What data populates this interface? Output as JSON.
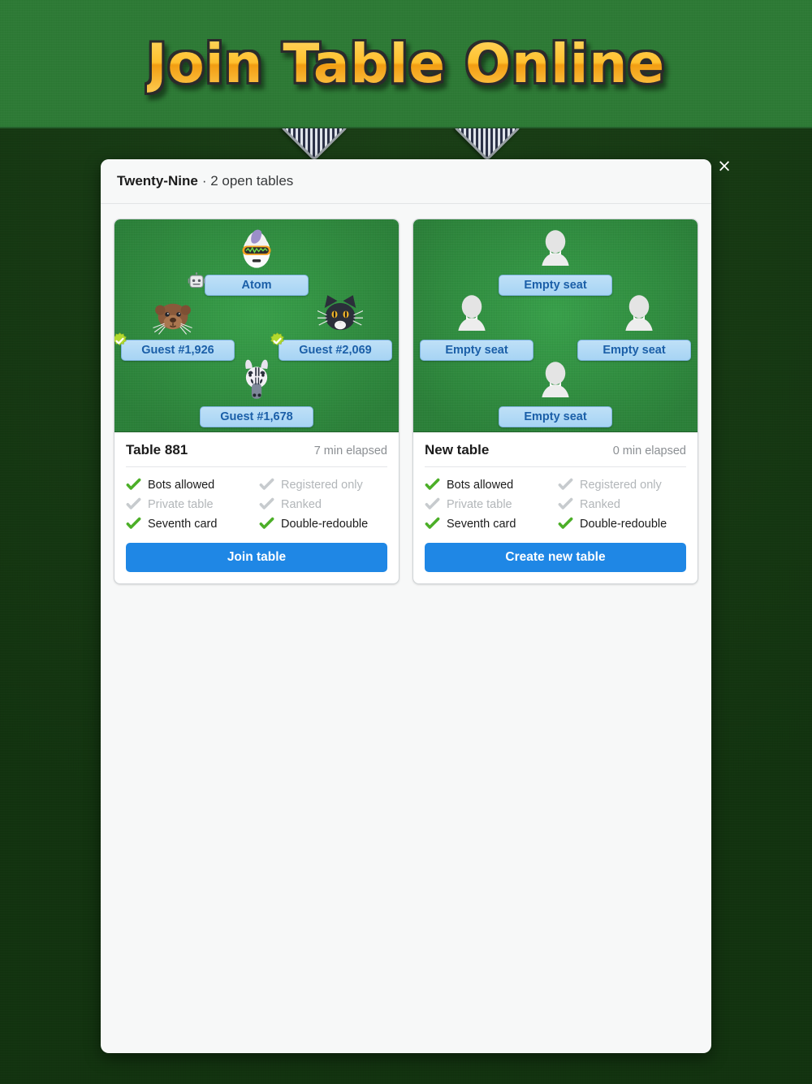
{
  "banner": {
    "title": "Join Table Online"
  },
  "panel": {
    "game_name": "Twenty-Nine",
    "subtitle": "· 2 open tables",
    "close_label": "×"
  },
  "flag_labels": {
    "bots": "Bots allowed",
    "registered": "Registered only",
    "private": "Private table",
    "ranked": "Ranked",
    "seventh": "Seventh card",
    "double": "Double-redouble"
  },
  "colors": {
    "banner_green": "#2d7a35",
    "page_green": "#12330f",
    "felt_green": "#2e8b3d",
    "button_blue": "#1f87e5",
    "plate_blue": "#a7d4f4",
    "plate_text": "#1b5fa8",
    "check_on": "#4caf28",
    "check_off": "#c7cbce",
    "title_yellow": "#ffc436"
  },
  "tables": [
    {
      "name": "Table 881",
      "elapsed": "7 min elapsed",
      "action": "Join table",
      "seats": [
        {
          "position": "north",
          "label": "Atom",
          "avatar": "robot-avatar",
          "badge": "bot-badge"
        },
        {
          "position": "west",
          "label": "Guest #1,926",
          "avatar": "otter-avatar",
          "badge": "verified-badge"
        },
        {
          "position": "east",
          "label": "Guest #2,069",
          "avatar": "cat-avatar",
          "badge": "verified-badge"
        },
        {
          "position": "south",
          "label": "Guest #1,678",
          "avatar": "zebra-avatar",
          "badge": "none"
        }
      ],
      "flags": [
        {
          "key": "bots",
          "on": true
        },
        {
          "key": "registered",
          "on": false
        },
        {
          "key": "private",
          "on": false
        },
        {
          "key": "ranked",
          "on": false
        },
        {
          "key": "seventh",
          "on": true
        },
        {
          "key": "double",
          "on": true
        }
      ]
    },
    {
      "name": "New table",
      "elapsed": "0 min elapsed",
      "action": "Create new table",
      "seats": [
        {
          "position": "north",
          "label": "Empty seat",
          "avatar": "empty-seat-avatar",
          "badge": "none"
        },
        {
          "position": "west",
          "label": "Empty seat",
          "avatar": "empty-seat-avatar",
          "badge": "none"
        },
        {
          "position": "east",
          "label": "Empty seat",
          "avatar": "empty-seat-avatar",
          "badge": "none"
        },
        {
          "position": "south",
          "label": "Empty seat",
          "avatar": "empty-seat-avatar",
          "badge": "none"
        }
      ],
      "flags": [
        {
          "key": "bots",
          "on": true
        },
        {
          "key": "registered",
          "on": false
        },
        {
          "key": "private",
          "on": false
        },
        {
          "key": "ranked",
          "on": false
        },
        {
          "key": "seventh",
          "on": true
        },
        {
          "key": "double",
          "on": true
        }
      ]
    }
  ]
}
